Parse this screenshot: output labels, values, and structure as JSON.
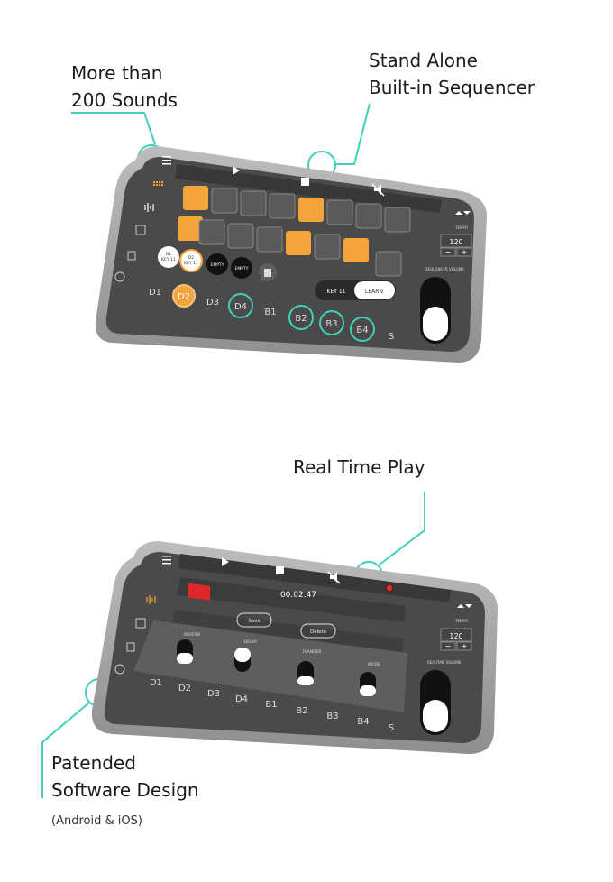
{
  "callouts": {
    "sounds_line1": "More than",
    "sounds_line2": "200 Sounds",
    "standalone_line1": "Stand Alone",
    "standalone_line2": "Built-in Sequencer",
    "realtime": "Real Time Play",
    "patented_line1": "Patended",
    "patented_line2": "Software Design",
    "platforms": "(Android & iOS)"
  },
  "colors": {
    "accent_teal": "#3fd0b8",
    "pad_orange": "#f5a43c",
    "record_red": "#e02828",
    "screen_dark": "#4a4a4a"
  },
  "phone1": {
    "tempo_label": "TEMPO",
    "tempo_value": "120",
    "tempo_minus": "−",
    "tempo_plus": "+",
    "volume_label": "SEQUENCER VOLUME",
    "key_label": "KEY 11",
    "learn_label": "LEARN",
    "slot1_line1": "D1",
    "slot1_line2": "KEY 11",
    "slot2_line1": "D2",
    "slot2_line2": "KEY 11",
    "slot3": "EMPTY",
    "slot4": "EMPTY",
    "pads": [
      "D1",
      "D2",
      "D3",
      "D4",
      "B1",
      "B2",
      "B3",
      "B4",
      "S"
    ],
    "icons": [
      "play-icon",
      "stop-icon",
      "mute-icon",
      "menu-icon",
      "sequencer-icon",
      "waveform-icon",
      "list-icon",
      "help-icon"
    ]
  },
  "phone2": {
    "timer": "00.02.47",
    "save_label": "Save",
    "delete_label": "Delete",
    "tempo_label": "TEMPO",
    "tempo_value": "120",
    "tempo_minus": "−",
    "tempo_plus": "+",
    "volume_label": "REALTIME VOLUME",
    "effects": [
      "REVERB",
      "DELAY",
      "FLANGER",
      "MODE"
    ],
    "pads": [
      "D1",
      "D2",
      "D3",
      "D4",
      "B1",
      "B2",
      "B3",
      "B4",
      "S"
    ]
  }
}
